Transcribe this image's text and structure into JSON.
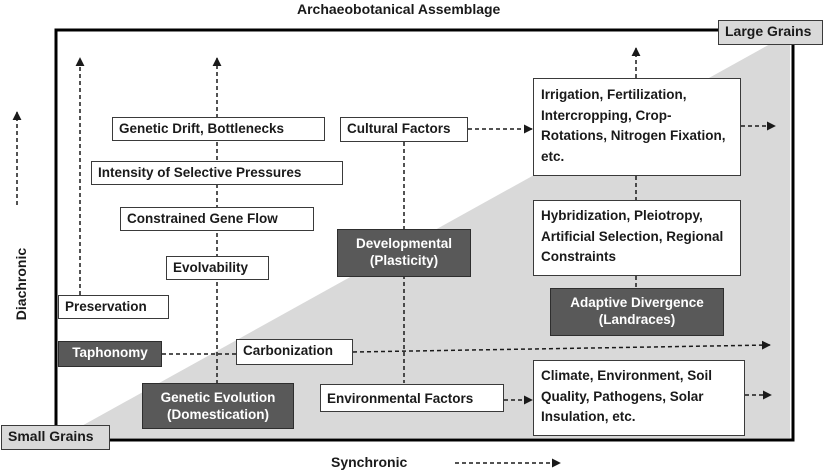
{
  "title": "Archaeobotanical Assemblage",
  "axis": {
    "x_label": "Synchronic",
    "y_label": "Diachronic"
  },
  "corners": {
    "top_right": "Large Grains",
    "bottom_left": "Small Grains"
  },
  "boxes": {
    "genetic_drift": "Genetic Drift, Bottlenecks",
    "intensity": "Intensity of Selective Pressures",
    "gene_flow": "Constrained Gene Flow",
    "evolvability": "Evolvability",
    "preservation": "Preservation",
    "taphonomy": "Taphonomy",
    "carbonization": "Carbonization",
    "genetic_evolution": "Genetic Evolution (Domestication)",
    "cultural_factors": "Cultural Factors",
    "developmental": "Developmental (Plasticity)",
    "environmental_factors": "Environmental Factors",
    "irrigation": "Irrigation, Fertilization, Intercropping, Crop-Rotations, Nitrogen Fixation, etc.",
    "hybridization": "Hybridization, Pleiotropy, Artificial Selection, Regional Constraints",
    "adaptive_divergence": "Adaptive Divergence (Landraces)",
    "climate": "Climate, Environment, Soil Quality, Pathogens, Solar Insulation, etc."
  },
  "colors": {
    "dark_box": "#595959",
    "triangle_fill": "#d9d9d9",
    "frame": "#000000"
  }
}
